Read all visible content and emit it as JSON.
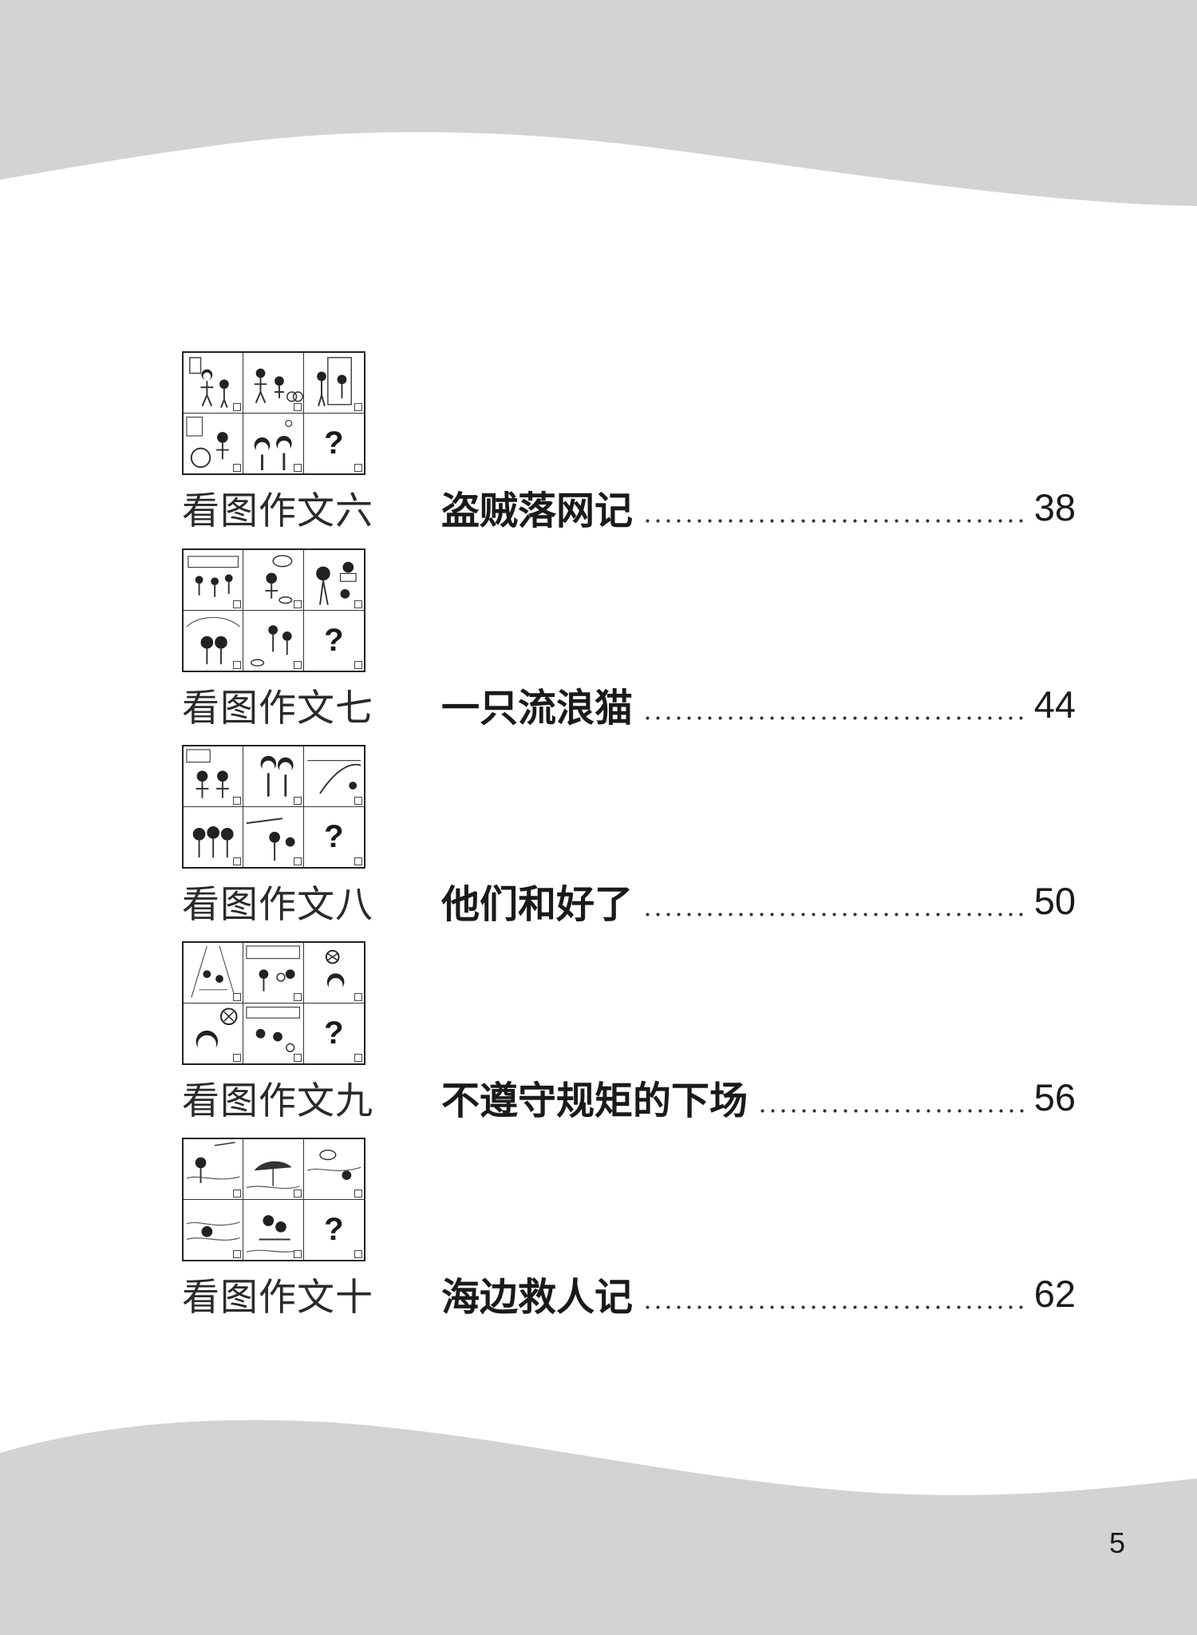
{
  "colors": {
    "band": "#d2d3d5",
    "text": "#1e1e1e"
  },
  "entries": [
    {
      "label": "看图作文六",
      "title": "盗贼落网记",
      "page": "38",
      "question_mark": "?"
    },
    {
      "label": "看图作文七",
      "title": "一只流浪猫",
      "page": "44",
      "question_mark": "?"
    },
    {
      "label": "看图作文八",
      "title": "他们和好了",
      "page": "50",
      "question_mark": "?"
    },
    {
      "label": "看图作文九",
      "title": "不遵守规矩的下场",
      "page": "56",
      "question_mark": "?"
    },
    {
      "label": "看图作文十",
      "title": "海边救人记",
      "page": "62",
      "question_mark": "?"
    }
  ],
  "page_number": "5"
}
